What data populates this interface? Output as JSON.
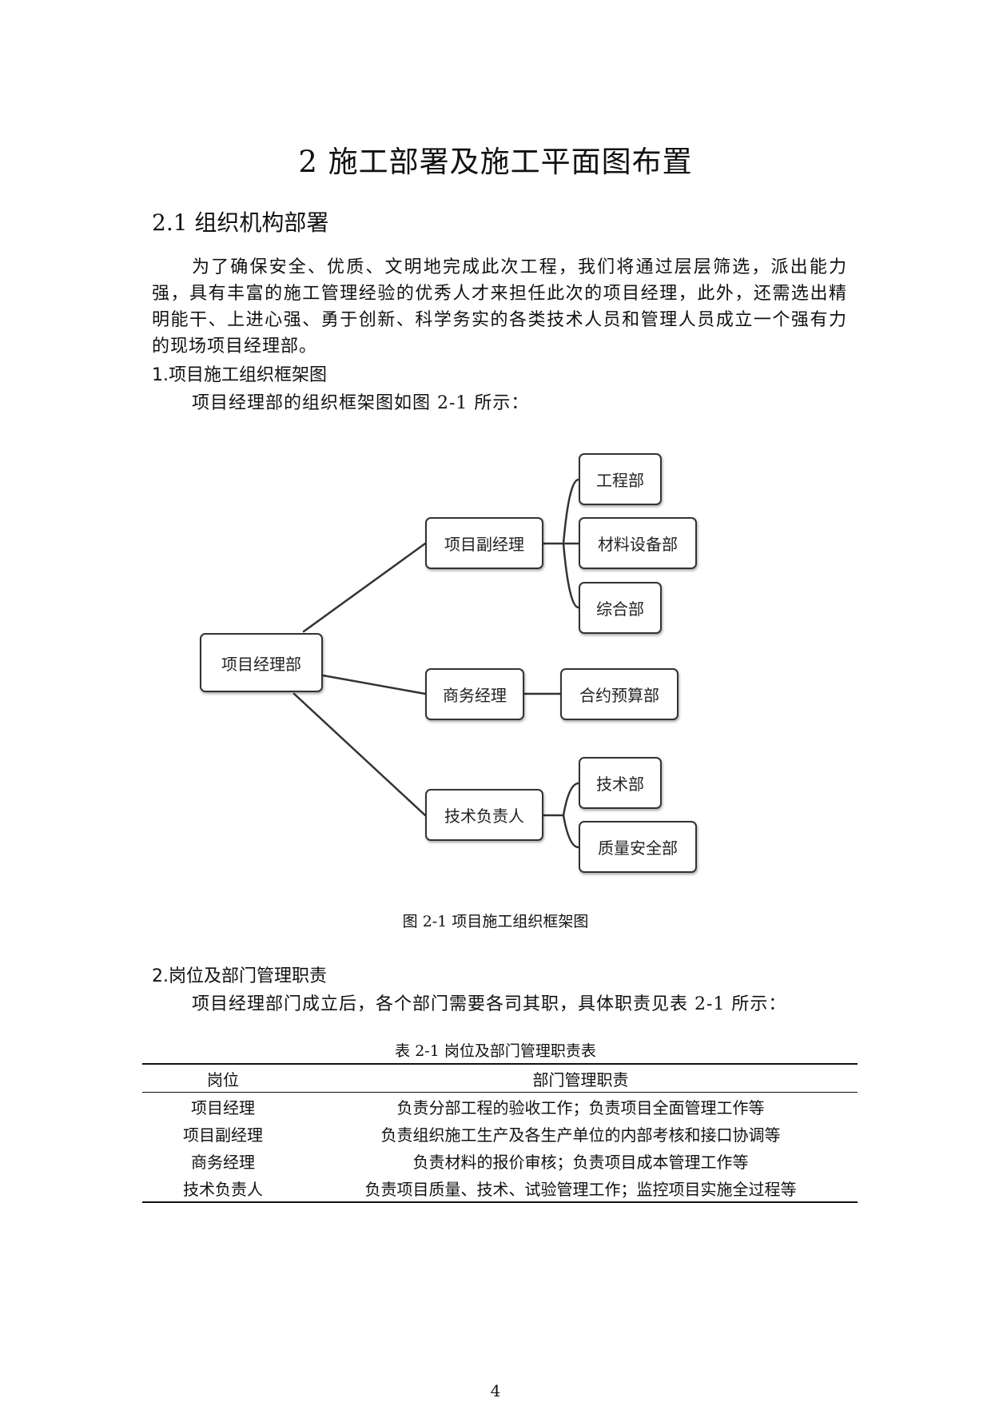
{
  "heading": "2 施工部署及施工平面图布置",
  "section": "2.1 组织机构部署",
  "intro": "为了确保安全、优质、文明地完成此次工程，我们将通过层层筛选，派出能力强，具有丰富的施工管理经验的优秀人才来担任此次的项目经理，此外，还需选出精明能干、上进心强、勇于创新、科学务实的各类技术人员和管理人员成立一个强有力的现场项目经理部。",
  "sub1": "1.项目施工组织框架图",
  "sub1_text": "项目经理部的组织框架图如图 2-1 所示：",
  "org": {
    "root": "项目经理部",
    "deputy": "项目副经理",
    "business": "商务经理",
    "tech_lead": "技术负责人",
    "eng": "工程部",
    "material": "材料设备部",
    "general": "综合部",
    "contract": "合约预算部",
    "tech_dept": "技术部",
    "quality": "质量安全部"
  },
  "figure_caption": "图 2-1 项目施工组织框架图",
  "sub2": "2.岗位及部门管理职责",
  "sub2_text": "项目经理部门成立后，各个部门需要各司其职，具体职责见表 2-1 所示：",
  "table_caption": "表 2-1 岗位及部门管理职责表",
  "table": {
    "headers": [
      "岗位",
      "部门管理职责"
    ],
    "rows": [
      [
        "项目经理",
        "负责分部工程的验收工作；负责项目全面管理工作等"
      ],
      [
        "项目副经理",
        "负责组织施工生产及各生产单位的内部考核和接口协调等"
      ],
      [
        "商务经理",
        "负责材料的报价审核；负责项目成本管理工作等"
      ],
      [
        "技术负责人",
        "负责项目质量、技术、试验管理工作；监控项目实施全过程等"
      ]
    ]
  },
  "page_number": "4"
}
